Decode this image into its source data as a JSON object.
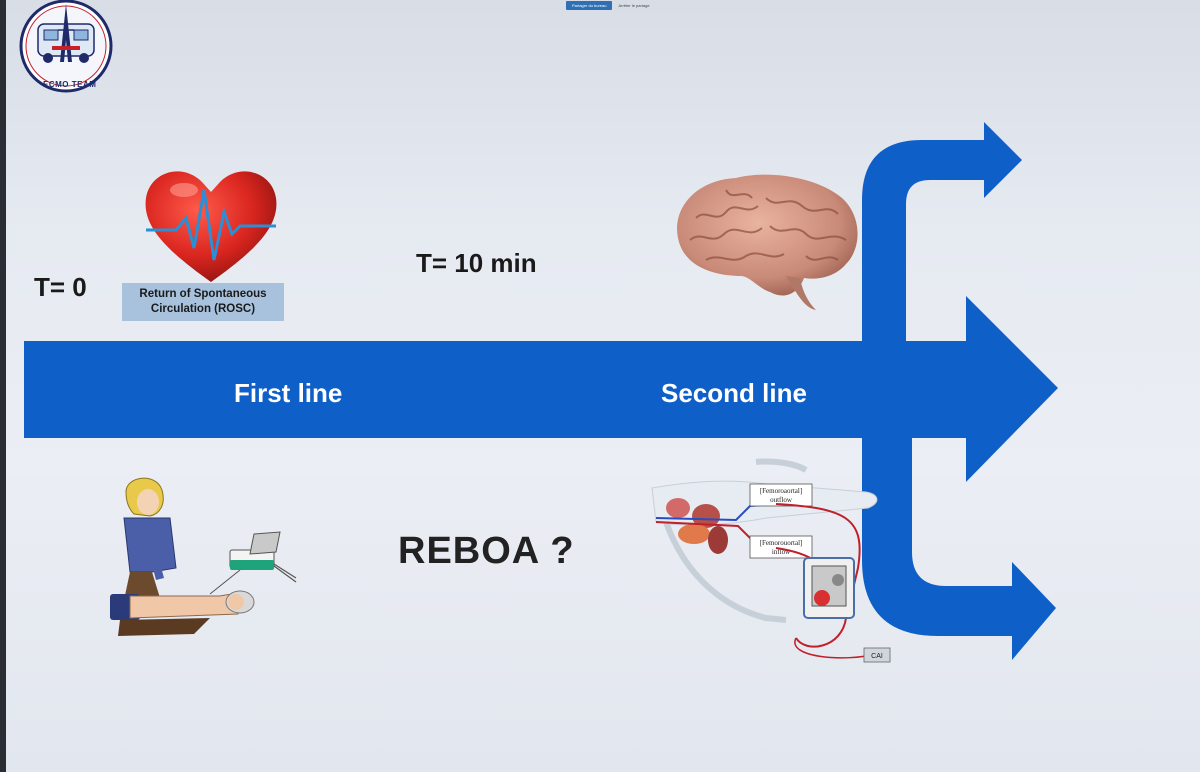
{
  "share_bar": {
    "share_label": "Partager du bureau",
    "stop_label": "Arrêter le partage"
  },
  "logo": {
    "title_text": "ECMO TEAM"
  },
  "timeline": {
    "t0_label": "T= 0",
    "t10_label": "T= 10 min",
    "first_line_label": "First line",
    "second_line_label": "Second line",
    "reboa_label": "REBOA ?"
  },
  "rosc": {
    "line1": "Return of Spontaneous",
    "line2": "Circulation (ROSC)"
  },
  "ecmo_diagram": {
    "outflow_label": "[Femoroaortal]\noutflow",
    "inflow_label": "[Femorouortal]\ninflow",
    "cai_label": "CAI"
  },
  "colors": {
    "arrow_blue": "#0f5fc9",
    "rosc_box": "#a8c2de",
    "heart_red": "#d9251f"
  }
}
